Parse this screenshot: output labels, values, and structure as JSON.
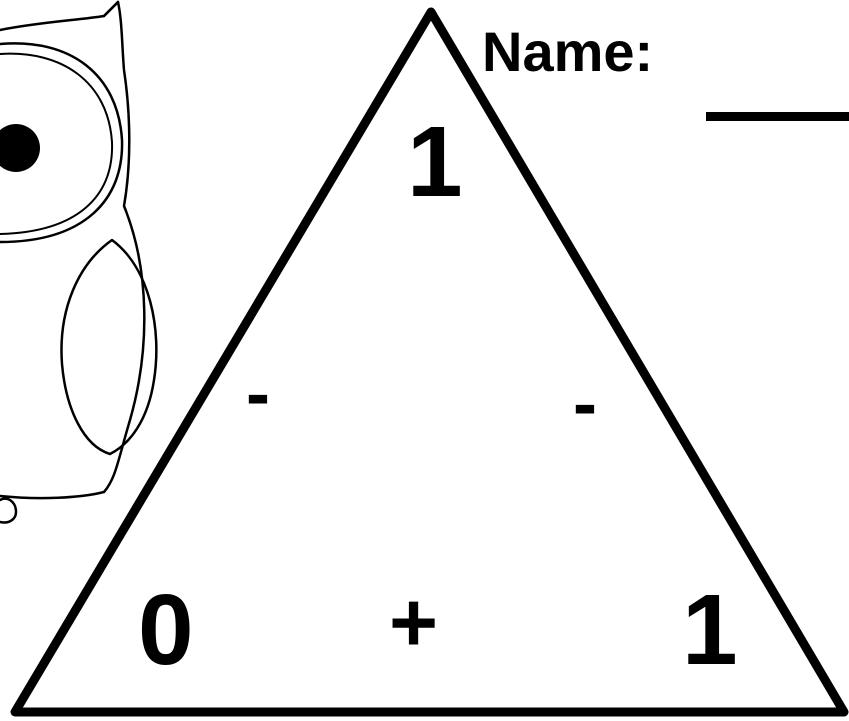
{
  "worksheet": {
    "name_label": "Name:",
    "triangle": {
      "top_number": "1",
      "left_operator": "-",
      "right_operator": "-",
      "bottom_left_number": "0",
      "bottom_operator": "+",
      "bottom_right_number": "1"
    },
    "ink_color": "#000000",
    "paper_color": "#ffffff"
  }
}
